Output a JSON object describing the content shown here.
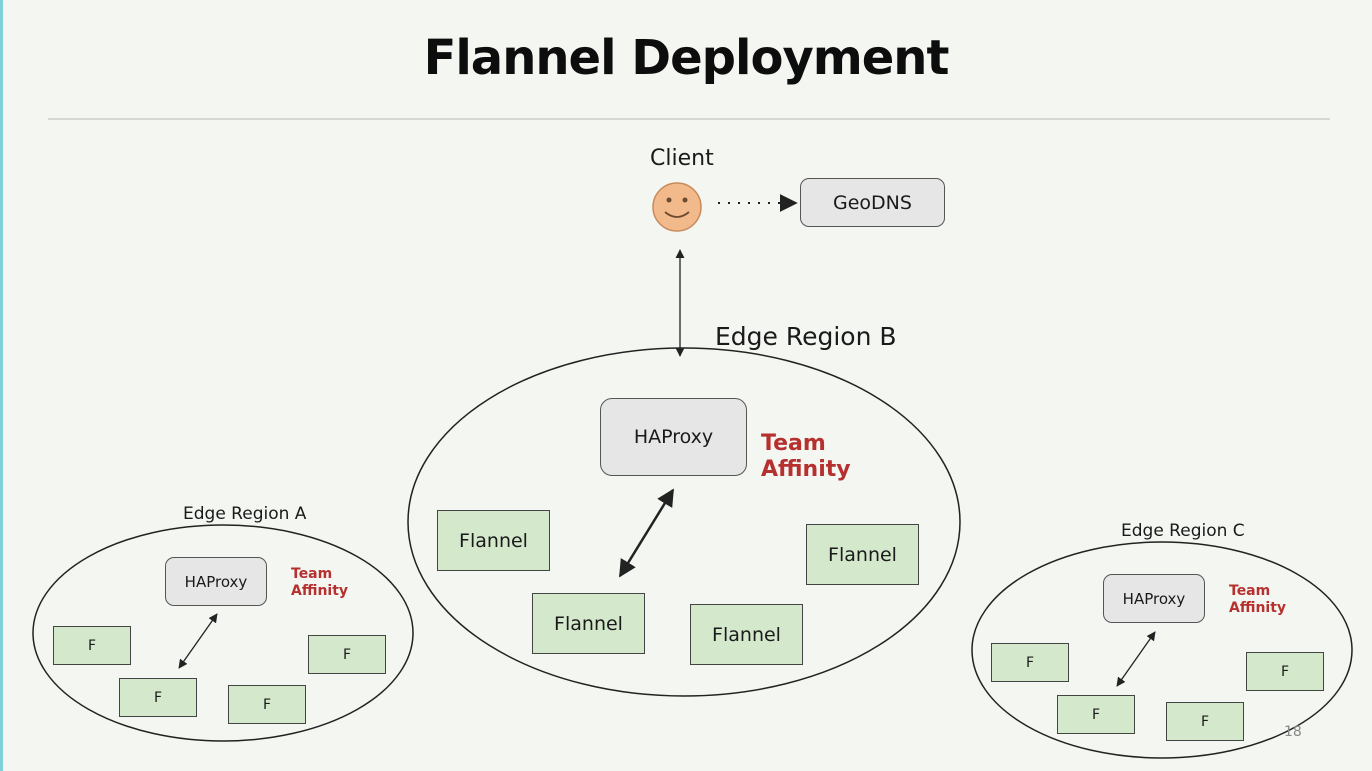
{
  "slide": {
    "title": "Flannel Deployment",
    "page_number": "18"
  },
  "client": {
    "label": "Client",
    "geodns": "GeoDNS"
  },
  "regions": {
    "a": {
      "name": "Edge Region A",
      "haproxy": "HAProxy",
      "team_line1": "Team",
      "team_line2": "Affinity",
      "nodes": [
        "F",
        "F",
        "F",
        "F"
      ]
    },
    "b": {
      "name": "Edge Region B",
      "haproxy": "HAProxy",
      "team_line1": "Team",
      "team_line2": "Affinity",
      "nodes": [
        "Flannel",
        "Flannel",
        "Flannel",
        "Flannel"
      ]
    },
    "c": {
      "name": "Edge Region C",
      "haproxy": "HAProxy",
      "team_line1": "Team",
      "team_line2": "Affinity",
      "nodes": [
        "F",
        "F",
        "F",
        "F"
      ]
    }
  },
  "colors": {
    "team_affinity": "#b5302e",
    "node_fill": "#d4e8cc",
    "proxy_fill": "#e6e6e6",
    "face_fill": "#f2b98a"
  }
}
